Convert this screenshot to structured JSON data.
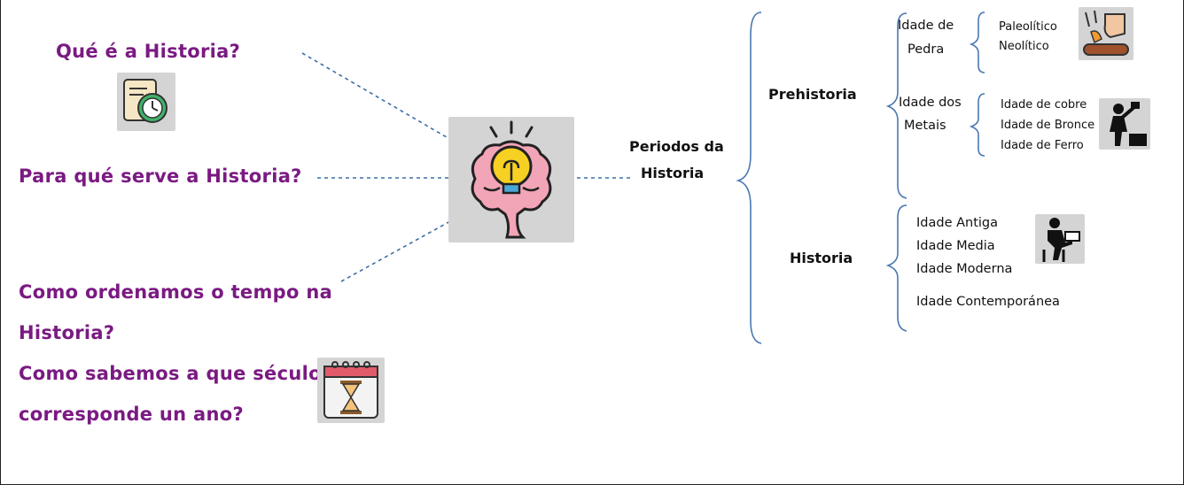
{
  "questions": {
    "q1": "Qué é a Historia?",
    "q2": "Para qué serve a Historia?",
    "q3_line1": "Como ordenamos o tempo na",
    "q3_line2": "Historia?",
    "q4_line1": "Como sabemos a que século",
    "q4_line2": "corresponde un ano?"
  },
  "center": {
    "icon": "brain-lightbulb-icon",
    "label_line1": "Periodos da",
    "label_line2": "Historia"
  },
  "branches": {
    "prehistoria": {
      "label": "Prehistoria",
      "pedra": {
        "label_line1": "Idade de",
        "label_line2": "Pedra",
        "items": [
          "Paleolítico",
          "Neolítico"
        ],
        "icon": "stone-tools-icon"
      },
      "metais": {
        "label_line1": "Idade dos",
        "label_line2": "Metais",
        "items": [
          "Idade de cobre",
          "Idade de Bronce",
          "Idade de Ferro"
        ],
        "icon": "blacksmith-icon"
      }
    },
    "historia": {
      "label": "Historia",
      "items": [
        "Idade Antiga",
        "Idade Media",
        "Idade Moderna",
        "Idade Contemporánea"
      ],
      "icon": "writing-scholar-icon"
    }
  },
  "icons": {
    "q1": "scroll-clock-icon",
    "q4": "calendar-hourglass-icon"
  },
  "colors": {
    "question_text": "#7a1a82",
    "dashed_lines": "#3a6ea8",
    "braces": "#4a78b0",
    "icon_bg": "#d4d4d4"
  }
}
